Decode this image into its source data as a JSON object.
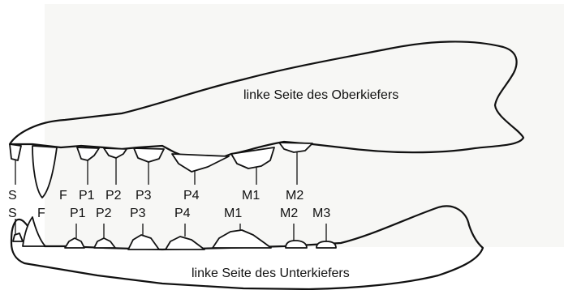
{
  "upper_jaw": {
    "caption": "linke Seite des Oberkiefers",
    "teeth": [
      "S",
      "F",
      "P1",
      "P2",
      "P3",
      "P4",
      "M1",
      "M2"
    ]
  },
  "lower_jaw": {
    "caption": "linke Seite des Unterkiefers",
    "teeth": [
      "S",
      "F",
      "P1",
      "P2",
      "P3",
      "P4",
      "M1",
      "M2",
      "M3"
    ]
  },
  "colors": {
    "line": "#111111",
    "background": "#ffffff"
  }
}
